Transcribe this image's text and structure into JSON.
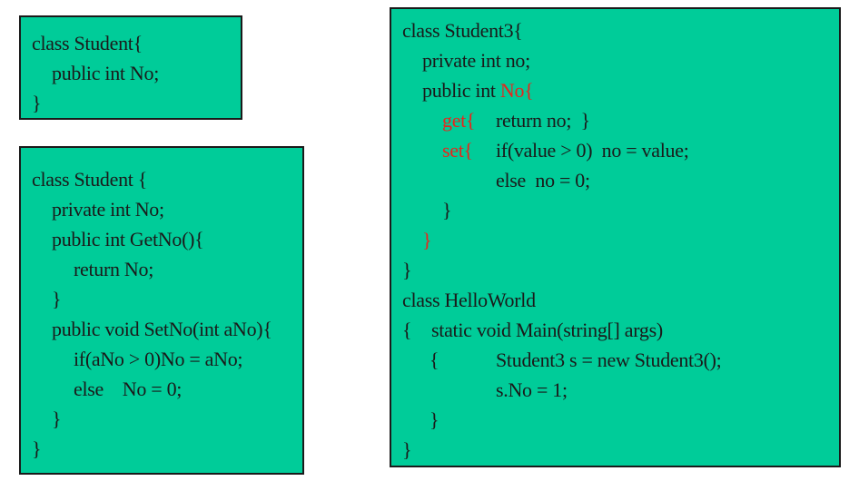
{
  "box1": {
    "lines": [
      "class Student{",
      "public int No;",
      "}"
    ]
  },
  "box2": {
    "lines": [
      "class Student {",
      "private int No;",
      "public int GetNo(){",
      "return No;",
      "}",
      "public void SetNo(int aNo){",
      "if(aNo > 0)No = aNo;",
      "else    No = 0;",
      "}",
      "}"
    ]
  },
  "box3": {
    "l0": "class Student3{",
    "l1": "private int no;",
    "l2_a": "public int ",
    "l2_b": "No{",
    "l3_kw": "get{",
    "l3_rest": "return no;  }",
    "l4_kw": "set{",
    "l4_rest": "if(value > 0)  no = value;",
    "l5": "else  no = 0;",
    "l6": "}",
    "l7": "}",
    "l8": "}",
    "l9": "class HelloWorld",
    "l10_brace": "{",
    "l10_rest": "static void Main(string[] args)",
    "l11_brace": "{",
    "l11_rest": "Student3 s = new Student3();",
    "l12": "s.No = 1;",
    "l13": "}",
    "l14": "}"
  },
  "colors": {
    "box_background": "#00cc99",
    "text": "#1a1a1a",
    "highlight": "#e8251b"
  }
}
